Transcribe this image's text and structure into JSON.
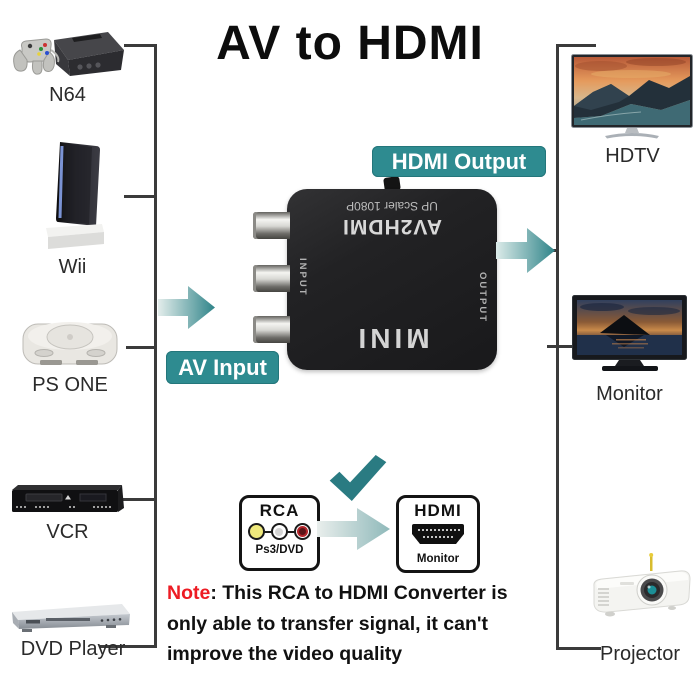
{
  "title": "AV to HDMI",
  "colors": {
    "accent_teal": "#2E8B90",
    "note_red": "#ED1C24",
    "converter_black": "#1F1F1F"
  },
  "badges": {
    "hdmi_output": "HDMI Output",
    "av_input": "AV Input"
  },
  "converter": {
    "brand": "MINI",
    "model": "AV2HDMI",
    "feature": "UP Scaler 1080P",
    "input_label": "INPUT",
    "output_label": "OUTPUT"
  },
  "sources": [
    {
      "name": "N64"
    },
    {
      "name": "Wii"
    },
    {
      "name": "PS ONE"
    },
    {
      "name": "VCR"
    },
    {
      "name": "DVD Player"
    }
  ],
  "outputs": [
    {
      "name": "HDTV"
    },
    {
      "name": "Monitor"
    },
    {
      "name": "Projector"
    }
  ],
  "comparison": {
    "rca": {
      "title": "RCA",
      "subtitle": "Ps3/DVD"
    },
    "hdmi": {
      "title": "HDMI",
      "subtitle": "Monitor"
    }
  },
  "note": {
    "label": "Note",
    "rest": ": This RCA to HDMI Converter is only able to transfer signal, it can't improve the video quality"
  }
}
